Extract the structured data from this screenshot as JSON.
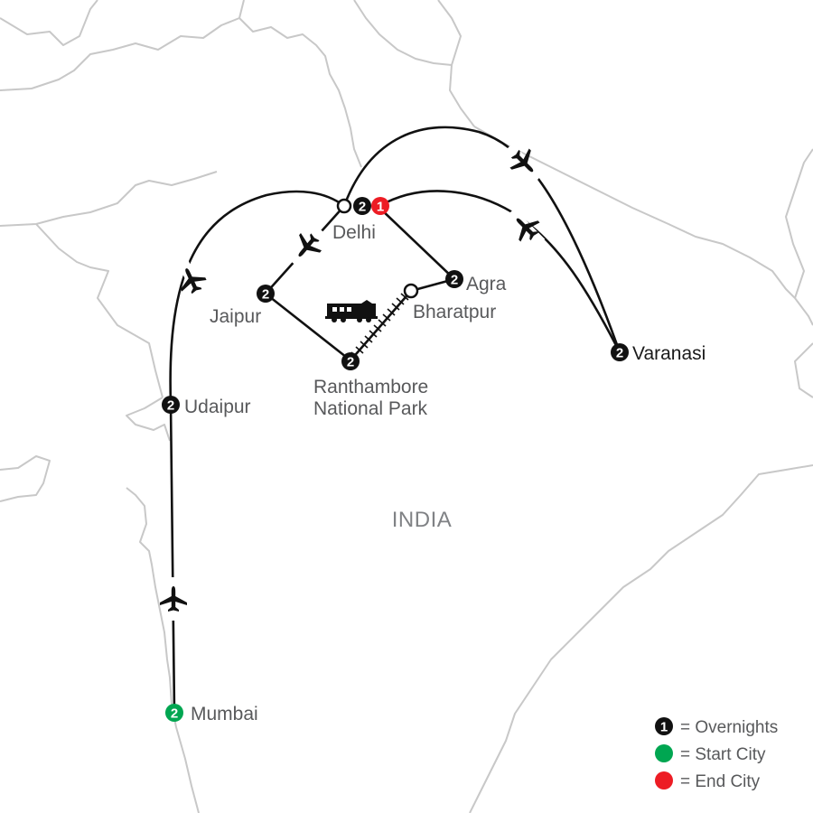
{
  "country_label": "INDIA",
  "cities": {
    "mumbai": {
      "name": "Mumbai",
      "nights": "2"
    },
    "udaipur": {
      "name": "Udaipur",
      "nights": "2"
    },
    "delhi": {
      "name": "Delhi",
      "nights": "2",
      "end_nights": "1"
    },
    "jaipur": {
      "name": "Jaipur",
      "nights": "2"
    },
    "agra": {
      "name": "Agra",
      "nights": "2"
    },
    "bharatpur": {
      "name": "Bharatpur"
    },
    "ranthambore": {
      "name_line1": "Ranthambore",
      "name_line2": "National Park",
      "nights": "2"
    },
    "varanasi": {
      "name": "Varanasi",
      "nights": "2"
    }
  },
  "legend": {
    "overnights_symbol": "1",
    "overnights": "= Overnights",
    "start": "= Start City",
    "end": "= End City"
  },
  "colors": {
    "start": "#00a651",
    "end": "#ed1c24",
    "marker": "#111111",
    "route": "#111111",
    "border": "#c8c8c8"
  },
  "icons": [
    "airplane-icon",
    "train-icon"
  ]
}
